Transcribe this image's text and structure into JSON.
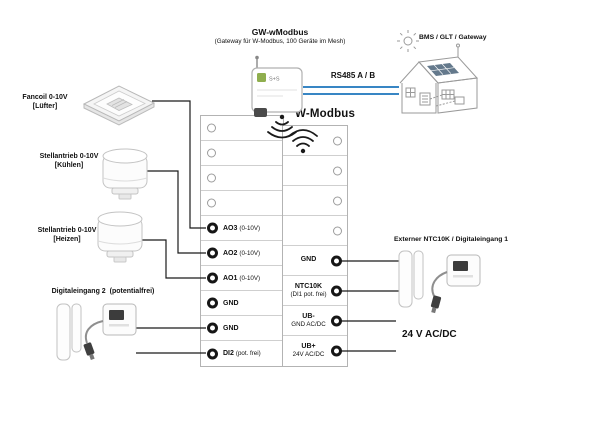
{
  "gateway": {
    "name": "GW-wModbus",
    "subtitle": "(Gateway für W-Modbus, 100 Geräte im Mesh)",
    "logo": "S+S",
    "rs485_label": "RS485 A / B",
    "wmodbus_label": "W-Modbus"
  },
  "bms": {
    "label": "BMS / GLT / Gateway"
  },
  "devices": {
    "left": [
      {
        "label": "Fancoil 0-10V",
        "sub": "[Lüfter]"
      },
      {
        "label": "Stellantrieb 0-10V",
        "sub": "[Kühlen]"
      },
      {
        "label": "Stellantrieb 0-10V",
        "sub": "[Heizen]"
      },
      {
        "label": "Digitaleingang 2",
        "sub": "(potentialfrei)"
      }
    ],
    "right_label": "Externer NTC10K / Digitaleingang 1",
    "power_label": "24 V AC/DC"
  },
  "terminal_block": {
    "left_rows": [
      {
        "label": "",
        "sub": ""
      },
      {
        "label": "",
        "sub": ""
      },
      {
        "label": "",
        "sub": ""
      },
      {
        "label": "",
        "sub": ""
      },
      {
        "label": "AO3",
        "sub": "(0-10V)"
      },
      {
        "label": "AO2",
        "sub": "(0-10V)"
      },
      {
        "label": "AO1",
        "sub": "(0-10V)"
      },
      {
        "label": "GND",
        "sub": ""
      },
      {
        "label": "GND",
        "sub": ""
      },
      {
        "label": "DI2",
        "sub": "(pot. frei)"
      }
    ],
    "right_rows": [
      {
        "label": "",
        "sub": ""
      },
      {
        "label": "",
        "sub": ""
      },
      {
        "label": "",
        "sub": ""
      },
      {
        "label": "",
        "sub": ""
      },
      {
        "label": "GND",
        "sub": ""
      },
      {
        "label": "NTC10K",
        "sub": "(DI1 pot. frei)"
      },
      {
        "label": "UB-",
        "sub": "GND AC/DC"
      },
      {
        "label": "UB+",
        "sub": "24V AC/DC"
      }
    ]
  },
  "colors": {
    "rs485_line": "#1b75bc",
    "wire": "#1a1a1a",
    "terminal_dot": "#161616"
  }
}
